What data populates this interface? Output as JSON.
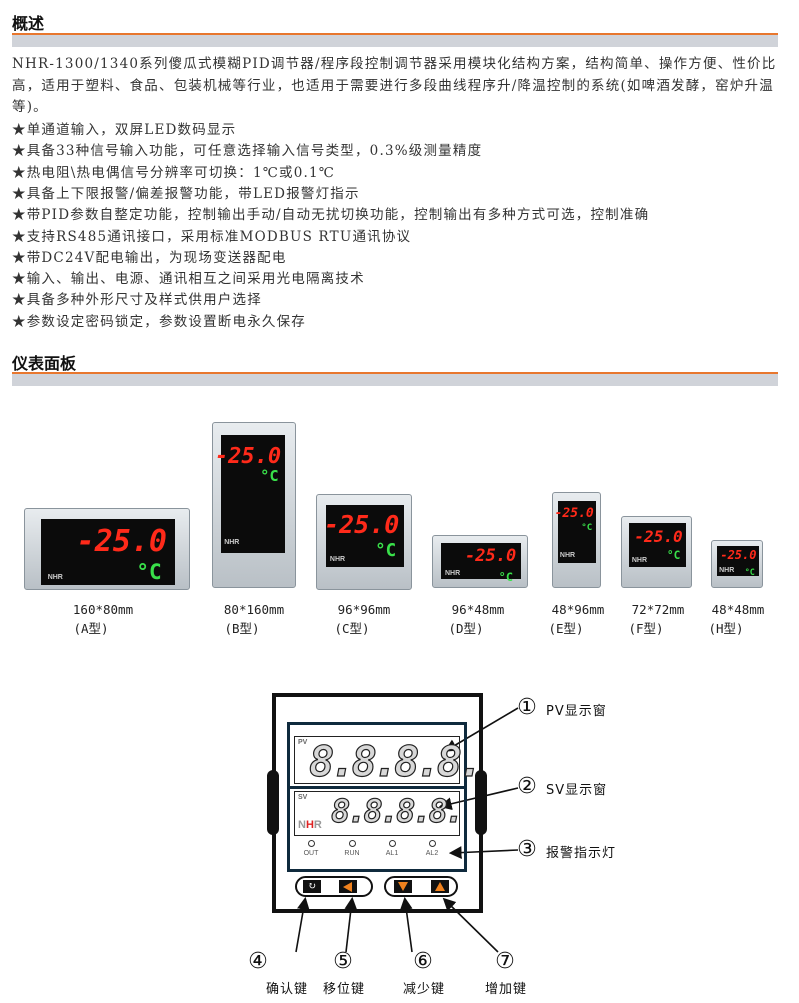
{
  "overview": {
    "title": "概述",
    "intro": "NHR-1300/1340系列傻瓜式模糊PID调节器/程序段控制调节器采用模块化结构方案，结构简单、操作方便、性价比高，适用于塑料、食品、包装机械等行业，也适用于需要进行多段曲线程序升/降温控制的系统(如啤酒发酵，窑炉升温等)。",
    "features": [
      "★单通道输入，双屏LED数码显示",
      "★具备33种信号输入功能，可任意选择输入信号类型，0.3%级测量精度",
      "★热电阻\\热电偶信号分辨率可切换：1℃或0.1℃",
      "★具备上下限报警/偏差报警功能，带LED报警灯指示",
      "★带PID参数自整定功能，控制输出手动/自动无扰切换功能，控制输出有多种方式可选，控制准确",
      "★支持RS485通讯接口，采用标准MODBUS RTU通讯协议",
      "★带DC24V配电输出，为现场变送器配电",
      "★输入、输出、电源、通讯相互之间采用光电隔离技术",
      "★具备多种外形尺寸及样式供用户选择",
      "★参数设定密码锁定，参数设置断电永久保存"
    ]
  },
  "panel": {
    "title": "仪表面板",
    "display_pv": "-25.0",
    "display_sv": "°C",
    "brand": "NHR",
    "models": [
      {
        "size": "160*80mm",
        "type": "(A型)"
      },
      {
        "size": "80*160mm",
        "type": "(B型)"
      },
      {
        "size": "96*96mm",
        "type": "(C型)"
      },
      {
        "size": "96*48mm",
        "type": "(D型)"
      },
      {
        "size": "48*96mm",
        "type": "(E型)"
      },
      {
        "size": "72*72mm",
        "type": "(F型)"
      },
      {
        "size": "48*48mm",
        "type": "(H型)"
      }
    ]
  },
  "diagram": {
    "pv_tag": "PV",
    "sv_tag": "SV",
    "digits": "8.8.8.8.",
    "brand": "NHR",
    "leds": [
      "OUT",
      "RUN",
      "AL1",
      "AL2"
    ],
    "callouts": [
      {
        "num": "①",
        "label": "PV显示窗"
      },
      {
        "num": "②",
        "label": "SV显示窗"
      },
      {
        "num": "③",
        "label": "报警指示灯"
      }
    ],
    "keys": [
      {
        "num": "④",
        "label": "确认键"
      },
      {
        "num": "⑤",
        "label": "移位键"
      },
      {
        "num": "⑥",
        "label": "减少键"
      },
      {
        "num": "⑦",
        "label": "增加键"
      }
    ]
  },
  "colors": {
    "accent": "#e8772e",
    "band": "#d0d3d9",
    "navy": "#0f2a3d",
    "key_orange": "#f0821e"
  }
}
